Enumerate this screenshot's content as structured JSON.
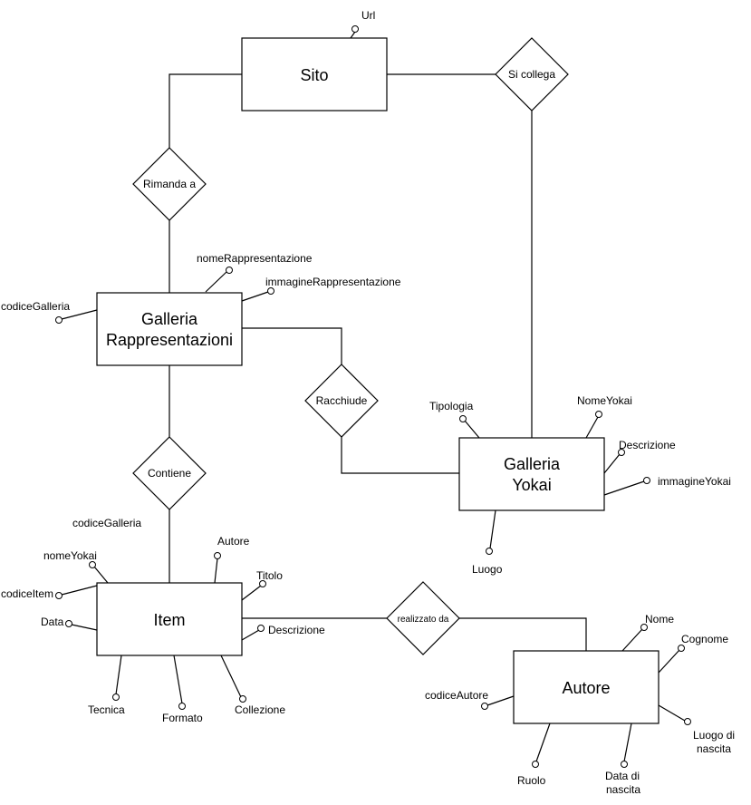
{
  "entities": {
    "sito": "Sito",
    "galleria_rappresentazioni": [
      "Galleria",
      "Rappresentazioni"
    ],
    "galleria_yokai": [
      "Galleria",
      "Yokai"
    ],
    "item": "Item",
    "autore": "Autore"
  },
  "relationships": {
    "si_collega": "Si collega",
    "rimanda_a": "Rimanda a",
    "racchiude": "Racchiude",
    "contiene": "Contiene",
    "realizzato_da": "realizzato da"
  },
  "attributes": {
    "sito": {
      "url": "Url"
    },
    "galleria_rappresentazioni": {
      "codice_galleria": "codiceGalleria",
      "nome_rappresentazione": "nomeRappresentazione",
      "immagine_rappresentazione": "immagineRappresentazione"
    },
    "galleria_yokai": {
      "tipologia": "Tipologia",
      "nome_yokai": "NomeYokai",
      "descrizione": "Descrizione",
      "immagine_yokai": "immagineYokai",
      "luogo": "Luogo"
    },
    "item": {
      "codice_galleria": "codiceGalleria",
      "nome_yokai": "nomeYokai",
      "autore": "Autore",
      "titolo": "Titolo",
      "codice_item": "codiceItem",
      "data": "Data",
      "descrizione": "Descrizione",
      "tecnica": "Tecnica",
      "formato": "Formato",
      "collezione": "Collezione"
    },
    "autore": {
      "nome": "Nome",
      "cognome": "Cognome",
      "codice_autore": "codiceAutore",
      "luogo_di_nascita": [
        "Luogo di",
        "nascita"
      ],
      "data_di_nascita": [
        "Data di",
        "nascita"
      ],
      "ruolo": "Ruolo"
    }
  }
}
